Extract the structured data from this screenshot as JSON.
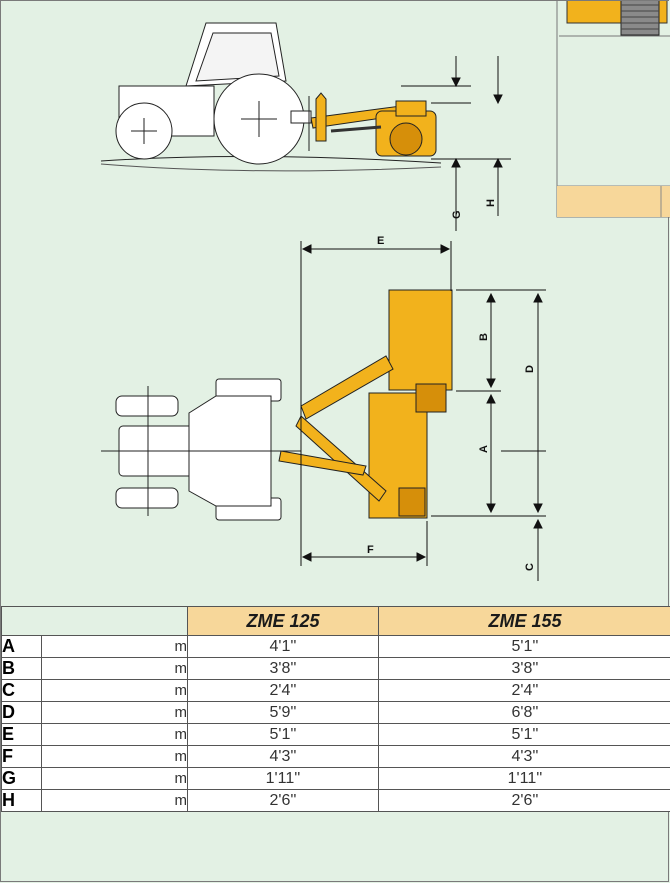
{
  "dimension_labels": {
    "a": "A",
    "b": "B",
    "c": "C",
    "d": "D",
    "e": "E",
    "f": "F",
    "g": "G",
    "h": "H"
  },
  "table": {
    "models": [
      "ZME 125",
      "ZME 155"
    ],
    "rows": [
      {
        "letter": "A",
        "unit": "m",
        "values": [
          "4'1''",
          "5'1''"
        ]
      },
      {
        "letter": "B",
        "unit": "m",
        "values": [
          "3'8''",
          "3'8''"
        ]
      },
      {
        "letter": "C",
        "unit": "m",
        "values": [
          "2'4''",
          "2'4''"
        ]
      },
      {
        "letter": "D",
        "unit": "m",
        "values": [
          "5'9''",
          "6'8''"
        ]
      },
      {
        "letter": "E",
        "unit": "m",
        "values": [
          "5'1''",
          "5'1''"
        ]
      },
      {
        "letter": "F",
        "unit": "m",
        "values": [
          "4'3''",
          "4'3''"
        ]
      },
      {
        "letter": "G",
        "unit": "m",
        "values": [
          "1'11''",
          "1'11''"
        ]
      },
      {
        "letter": "H",
        "unit": "m",
        "values": [
          "2'6''",
          "2'6''"
        ]
      }
    ]
  },
  "colors": {
    "background": "#e3f1e4",
    "header": "#f7d79a",
    "machine": "#f2b21c"
  }
}
